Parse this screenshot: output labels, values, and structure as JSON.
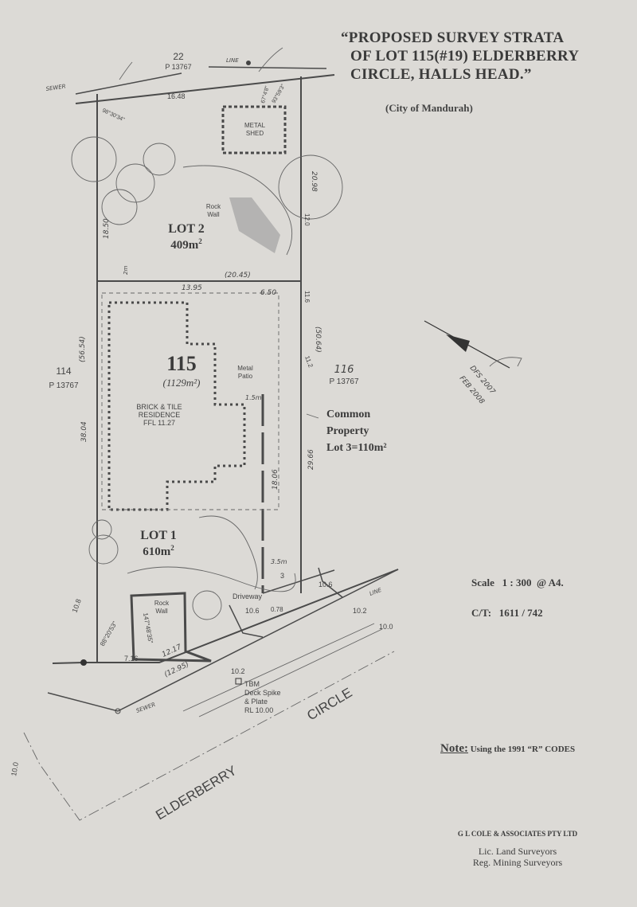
{
  "title": {
    "line1": "“PROPOSED SURVEY STRATA",
    "line2": "OF LOT 115(#19) ELDERBERRY",
    "line3": "CIRCLE, HALLS HEAD.”",
    "council": "(City of Mandurah)"
  },
  "plan": {
    "lot2": {
      "name": "LOT 2",
      "area": "409m",
      "sup": "2"
    },
    "lot1": {
      "name": "LOT 1",
      "area": "610m",
      "sup": "2"
    },
    "parent": {
      "name": "115",
      "area": "(1129m²)"
    },
    "residence": {
      "line1": "BRICK & TILE",
      "line2": "RESIDENCE",
      "line3": "FFL 11.27"
    },
    "metal_patio": {
      "line1": "Metal",
      "line2": "Patio"
    },
    "metal_shed": {
      "line1": "METAL",
      "line2": "SHED"
    },
    "rock_wall_top": {
      "line1": "Rock",
      "line2": "Wall"
    },
    "rock_wall_bottom": {
      "line1": "Rock",
      "line2": "Wall"
    },
    "driveway": "Driveway",
    "neighbor_north": {
      "lot": "22",
      "plan": "P 13767"
    },
    "neighbor_west": {
      "lot": "114",
      "plan": "P 13767"
    },
    "neighbor_east": {
      "lot": "116",
      "plan": "P 13767"
    },
    "common_property": {
      "line1": "Common",
      "line2": "Property",
      "line3": "Lot 3=110m²"
    },
    "tbm": {
      "line1": "TBM",
      "line2": "Deck Spike",
      "line3": "& Plate",
      "line4": "RL 10.00"
    },
    "street1": "ELDERBERRY",
    "street2": "CIRCLE",
    "sewer_top": "SEWER",
    "sewer_bottom": "SEWER",
    "line_top": "LINE",
    "line_bottom": "LINE",
    "dims": {
      "top": "16.48",
      "lot2_left": "18.50",
      "lot2_right": "20.98",
      "lot2_div": "(20.45)",
      "div_a": "13.95",
      "div_b": "6.50",
      "left_total": "(56.54)",
      "left_lot1": "38.04",
      "right_total": "(50.64)",
      "right_lot1": "29.66",
      "cp_len": "18.06",
      "cp_w1": "1.5m",
      "cp_w2": "3.5m",
      "front": "7.16",
      "front2": "12.17",
      "front3": "(12.95)",
      "angle1": "88°20'53\"",
      "angle2": "147°48'35\"",
      "angle3": "98°30'34\"",
      "angle4": "67°4'8\"",
      "angle5": "93°59'3\"",
      "gap": "2m",
      "drive": "0.78",
      "three": "3",
      "lvl1": "10.6",
      "lvl2": "10.6",
      "lvl3": "10.2",
      "lvl4": "10.0",
      "lvl5": "10.2",
      "lvl6": "10.8",
      "lvl7": "10.0",
      "lvl8": "12.0",
      "lvl9": "11.6",
      "lvl10": "11.2"
    },
    "handwritten": {
      "line1": "DFS 2007",
      "line2": "FEB 2008"
    }
  },
  "info": {
    "scale": "Scale   1 : 300  @ A4.",
    "ct": "C/T:   1611 / 742",
    "note_label": "Note:",
    "note_text": " Using the 1991 “R” CODES"
  },
  "company": {
    "name": "G L COLE & ASSOCIATES PTY LTD",
    "line1": "Lic. Land Surveyors",
    "line2": "Reg. Mining Surveyors"
  }
}
